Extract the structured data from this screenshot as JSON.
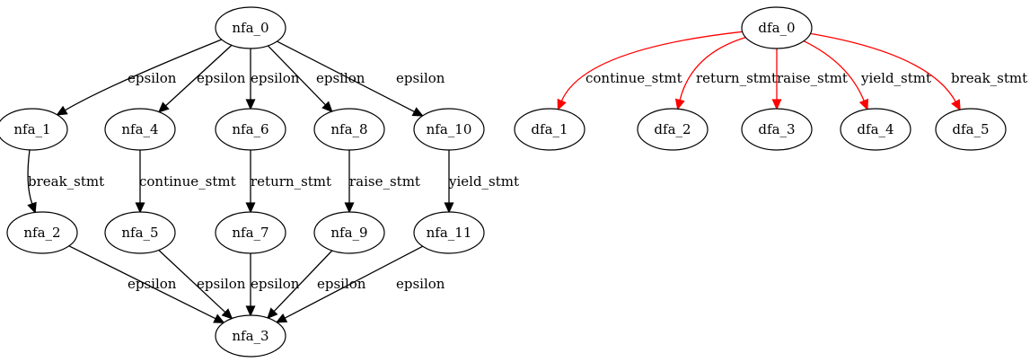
{
  "colors": {
    "node_stroke": "#000000",
    "node_fill": "#ffffff",
    "edge_default": "#000000",
    "edge_dfa": "#ff0000",
    "text": "#000000"
  },
  "nodes": [
    {
      "id": "nfa_0",
      "label": "nfa_0"
    },
    {
      "id": "nfa_1",
      "label": "nfa_1"
    },
    {
      "id": "nfa_4",
      "label": "nfa_4"
    },
    {
      "id": "nfa_6",
      "label": "nfa_6"
    },
    {
      "id": "nfa_8",
      "label": "nfa_8"
    },
    {
      "id": "nfa_10",
      "label": "nfa_10"
    },
    {
      "id": "nfa_2",
      "label": "nfa_2"
    },
    {
      "id": "nfa_5",
      "label": "nfa_5"
    },
    {
      "id": "nfa_7",
      "label": "nfa_7"
    },
    {
      "id": "nfa_9",
      "label": "nfa_9"
    },
    {
      "id": "nfa_11",
      "label": "nfa_11"
    },
    {
      "id": "nfa_3",
      "label": "nfa_3"
    },
    {
      "id": "dfa_0",
      "label": "dfa_0"
    },
    {
      "id": "dfa_1",
      "label": "dfa_1"
    },
    {
      "id": "dfa_2",
      "label": "dfa_2"
    },
    {
      "id": "dfa_3",
      "label": "dfa_3"
    },
    {
      "id": "dfa_4",
      "label": "dfa_4"
    },
    {
      "id": "dfa_5",
      "label": "dfa_5"
    }
  ],
  "edges": [
    {
      "from": "nfa_0",
      "to": "nfa_1",
      "label": "epsilon",
      "color": "edge_default"
    },
    {
      "from": "nfa_0",
      "to": "nfa_4",
      "label": "epsilon",
      "color": "edge_default"
    },
    {
      "from": "nfa_0",
      "to": "nfa_6",
      "label": "epsilon",
      "color": "edge_default"
    },
    {
      "from": "nfa_0",
      "to": "nfa_8",
      "label": "epsilon",
      "color": "edge_default"
    },
    {
      "from": "nfa_0",
      "to": "nfa_10",
      "label": "epsilon",
      "color": "edge_default"
    },
    {
      "from": "nfa_1",
      "to": "nfa_2",
      "label": "break_stmt",
      "color": "edge_default"
    },
    {
      "from": "nfa_4",
      "to": "nfa_5",
      "label": "continue_stmt",
      "color": "edge_default"
    },
    {
      "from": "nfa_6",
      "to": "nfa_7",
      "label": "return_stmt",
      "color": "edge_default"
    },
    {
      "from": "nfa_8",
      "to": "nfa_9",
      "label": "raise_stmt",
      "color": "edge_default"
    },
    {
      "from": "nfa_10",
      "to": "nfa_11",
      "label": "yield_stmt",
      "color": "edge_default"
    },
    {
      "from": "nfa_2",
      "to": "nfa_3",
      "label": "epsilon",
      "color": "edge_default"
    },
    {
      "from": "nfa_5",
      "to": "nfa_3",
      "label": "epsilon",
      "color": "edge_default"
    },
    {
      "from": "nfa_7",
      "to": "nfa_3",
      "label": "epsilon",
      "color": "edge_default"
    },
    {
      "from": "nfa_9",
      "to": "nfa_3",
      "label": "epsilon",
      "color": "edge_default"
    },
    {
      "from": "nfa_11",
      "to": "nfa_3",
      "label": "epsilon",
      "color": "edge_default"
    },
    {
      "from": "dfa_0",
      "to": "dfa_1",
      "label": "continue_stmt",
      "color": "edge_dfa"
    },
    {
      "from": "dfa_0",
      "to": "dfa_2",
      "label": "return_stmt",
      "color": "edge_dfa"
    },
    {
      "from": "dfa_0",
      "to": "dfa_3",
      "label": "raise_stmt",
      "color": "edge_dfa"
    },
    {
      "from": "dfa_0",
      "to": "dfa_4",
      "label": "yield_stmt",
      "color": "edge_dfa"
    },
    {
      "from": "dfa_0",
      "to": "dfa_5",
      "label": "break_stmt",
      "color": "edge_dfa"
    }
  ]
}
